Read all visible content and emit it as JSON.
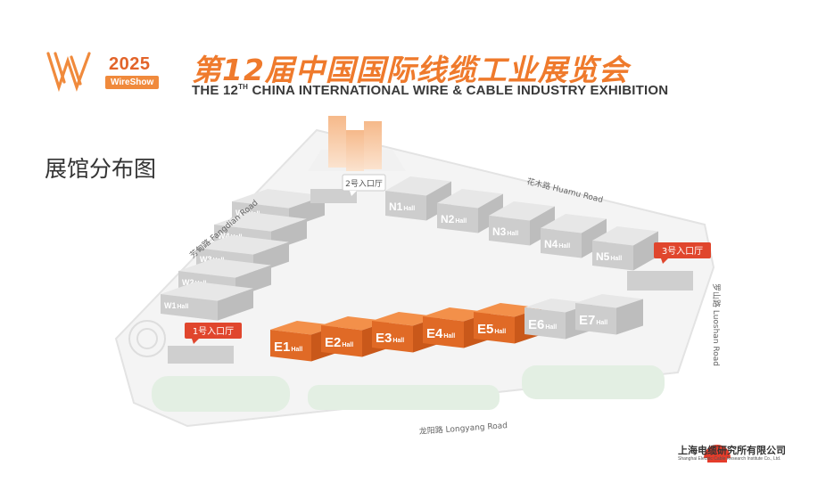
{
  "logo": {
    "year": "2025",
    "badge": "WireShow"
  },
  "header": {
    "title_cn": "第12届中国国际线缆工业展览会",
    "title_en_prefix": "THE 12",
    "title_en_sup": "TH",
    "title_en_suffix": " CHINA INTERNATIONAL WIRE & CABLE INDUSTRY EXHIBITION"
  },
  "page_heading": "展馆分布图",
  "roads": {
    "north": "花木路  Huamu Road",
    "west": "芳甸路 Fangdian Road",
    "east": "罗山路  Luoshan Road",
    "south": "龙阳路  Longyang Road"
  },
  "entrances": [
    {
      "label": "1号入口厅"
    },
    {
      "label": "2号入口厅"
    },
    {
      "label": "3号入口厅"
    }
  ],
  "hall_suffix": "Hall",
  "halls": {
    "north": [
      "N1",
      "N2",
      "N3",
      "N4",
      "N5"
    ],
    "east_row": [
      "E1",
      "E2",
      "E3",
      "E4",
      "E5",
      "E6",
      "E7"
    ],
    "west": [
      "W1",
      "W2",
      "W3",
      "W4",
      "W5"
    ]
  },
  "highlighted_halls": [
    "E1",
    "E2",
    "E3",
    "E4",
    "E5"
  ],
  "colors": {
    "accent": "#ef7a2c",
    "hall_active": "#e8742f",
    "hall_inactive": "#cfcfcf",
    "entrance": "#e0462d"
  },
  "footer": {
    "org_cn": "上海电缆研究所有限公司",
    "org_en": "Shanghai Electric Cable Research Institute Co., Ltd."
  }
}
